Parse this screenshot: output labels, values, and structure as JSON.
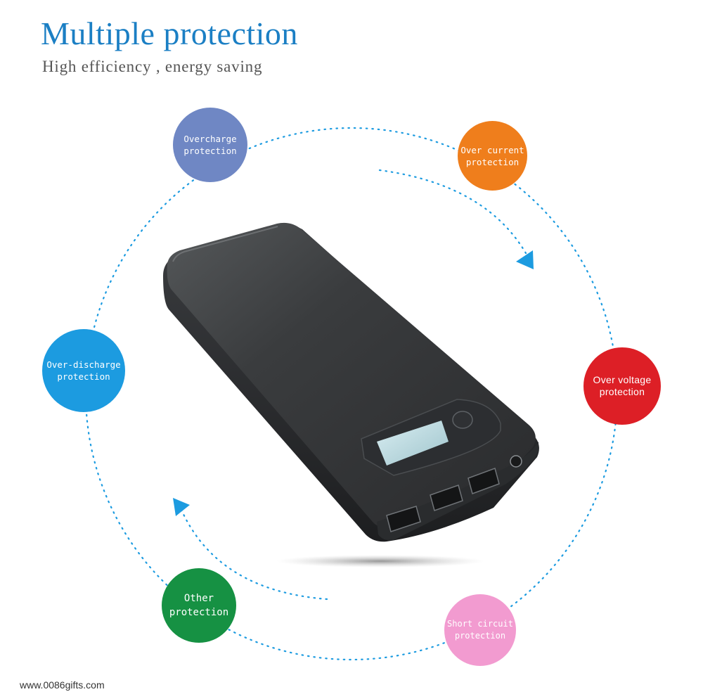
{
  "header": {
    "title": "Multiple protection",
    "subtitle": "High efficiency , energy saving"
  },
  "badges": {
    "overcharge": {
      "line1": "Overcharge",
      "line2": "protection",
      "color": "#6f87c4"
    },
    "over_current": {
      "line1": "Over current",
      "line2": "protection",
      "color": "#ef7e1c"
    },
    "over_discharge": {
      "line1": "Over-discharge",
      "line2": "protection",
      "color": "#1c9be0"
    },
    "over_voltage": {
      "line1": "Over voltage",
      "line2": "protection",
      "color": "#dd1f26"
    },
    "other": {
      "line1": "Other",
      "line2": "protection",
      "color": "#169143"
    },
    "short_circuit": {
      "line1": "Short circuit",
      "line2": "protection",
      "color": "#f29bd0"
    }
  },
  "product": {
    "icon": "power-bank-icon",
    "accent": "#1c9be0"
  },
  "footer": {
    "website": "www.0086gifts.com"
  }
}
